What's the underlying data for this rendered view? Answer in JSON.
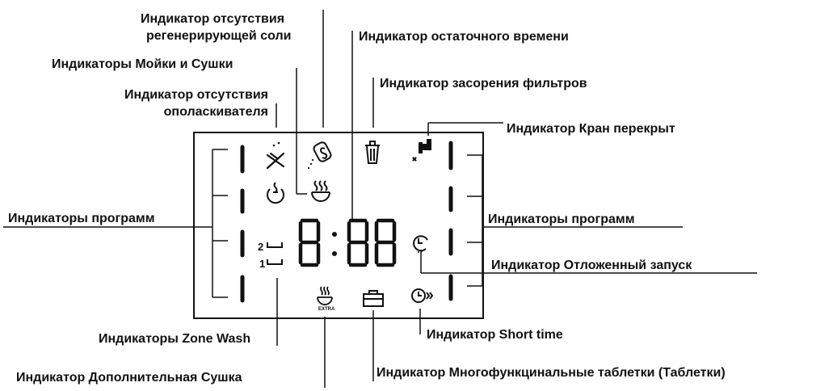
{
  "labels": {
    "salt_line1": "Индикатор отсутствия",
    "salt_line2": "регенерирующей соли",
    "remaining_time": "Индикатор остаточного времени",
    "wash_dry": "Индикаторы Мойки и Сушки",
    "filter": "Индикатор засорения фильтров",
    "rinse_line1": "Индикатор отсутствия",
    "rinse_line2": "ополаскивателя",
    "tap_closed": "Индикатор Кран перекрыт",
    "programs_left": "Индикаторы программ",
    "programs_right": "Индикаторы программ",
    "delay_start": "Индикатор Отложенный запуск",
    "zone_wash": "Индикаторы Zone Wash",
    "short_time": "Индикатор Short time",
    "extra_dry": "Индикатор Дополнительная Сушка",
    "tablets": "Индикатор Многофункцинальные таблетки (Таблетки)"
  },
  "display": {
    "digits": "8:88",
    "zone_upper": "2",
    "zone_lower": "1",
    "extra": "EXTRA"
  },
  "icons": [
    "rinse-aid-icon",
    "salt-icon",
    "filter-icon",
    "tap-icon",
    "wash-icon",
    "dry-icon",
    "delay-clock-icon",
    "short-time-icon",
    "extra-dry-icon",
    "tablet-icon"
  ],
  "colors": {
    "ink": "#111111",
    "background": "#ffffff"
  }
}
